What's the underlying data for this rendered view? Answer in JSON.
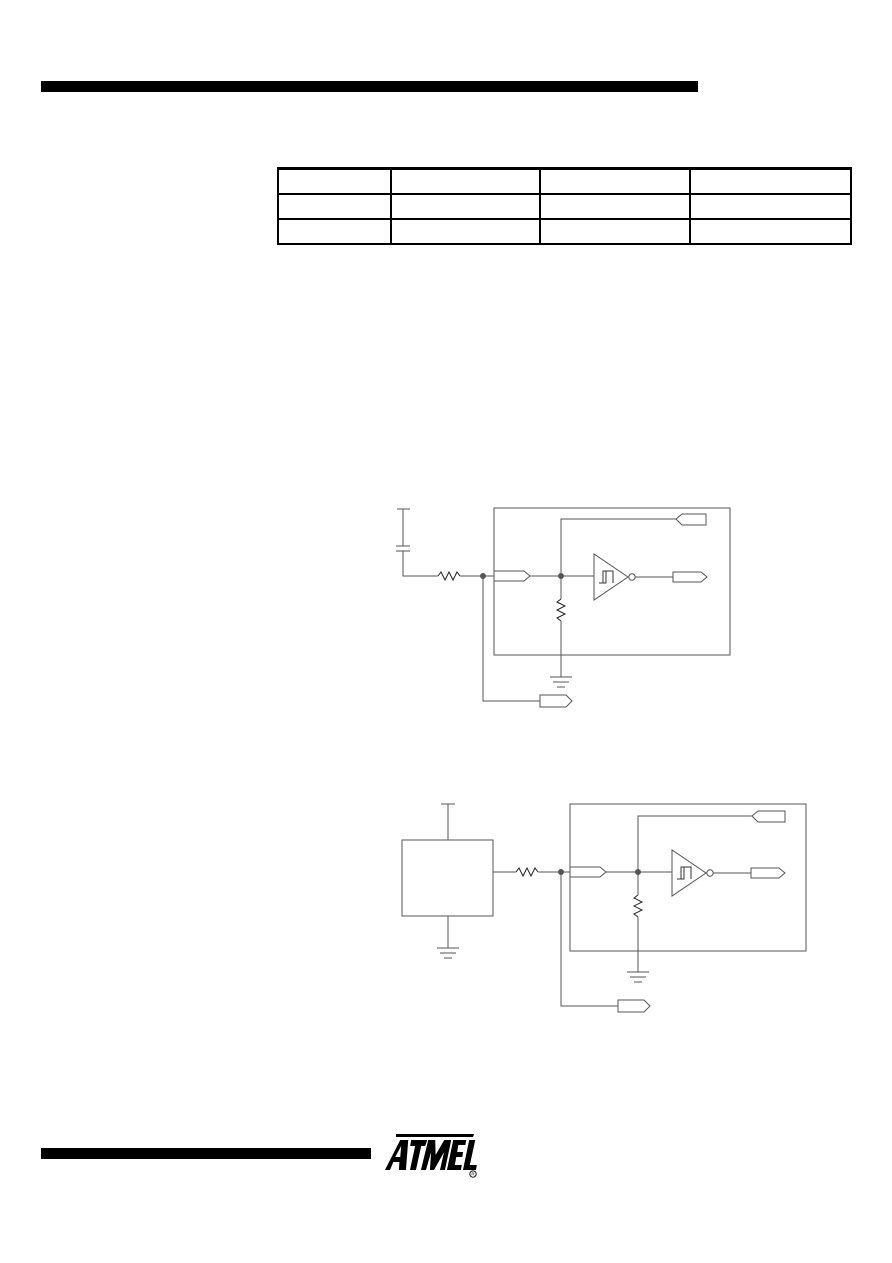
{
  "page": {
    "table": {
      "rows": 3,
      "columns": 4
    },
    "logo": {
      "brand": "ATMEL",
      "registered_mark": "®",
      "color": "#000000"
    },
    "figures": [
      {
        "kind": "schematic",
        "components": [
          "capacitor",
          "resistor",
          "schmitt-trigger-inverter",
          "pull-down-resistor",
          "ground"
        ]
      },
      {
        "kind": "schematic",
        "components": [
          "device-block",
          "resistor",
          "schmitt-trigger-inverter",
          "pull-down-resistor",
          "ground"
        ]
      }
    ]
  }
}
